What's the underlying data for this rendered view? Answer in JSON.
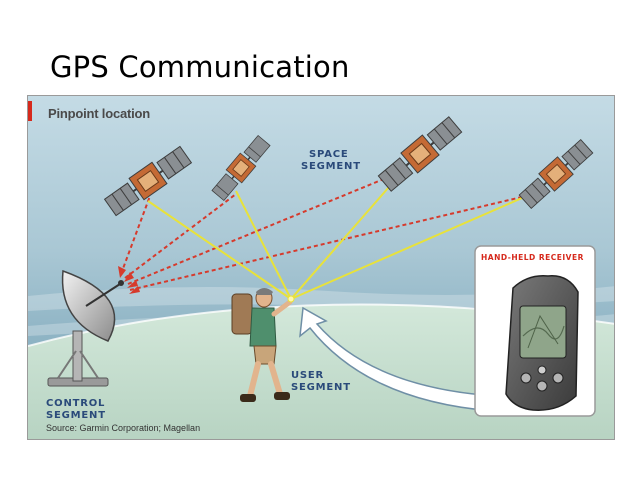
{
  "slide": {
    "title": "GPS Communication"
  },
  "figure": {
    "panel_label": "Pinpoint location",
    "space_segment": {
      "line1": "SPACE",
      "line2": "SEGMENT"
    },
    "user_segment": {
      "line1": "USER",
      "line2": "SEGMENT"
    },
    "control_segment": {
      "line1": "CONTROL",
      "line2": "SEGMENT"
    },
    "receiver_label": "HAND-HELD RECEIVER",
    "source": "Source: Garmin Corporation; Magellan"
  },
  "colors": {
    "signal_line": "#e8e23a",
    "control_link": "#d63a2c",
    "segment_text": "#2a4a7a",
    "accent_red": "#d6291c",
    "sky_top": "#b5d0dc",
    "ground": "#c3dccd"
  }
}
